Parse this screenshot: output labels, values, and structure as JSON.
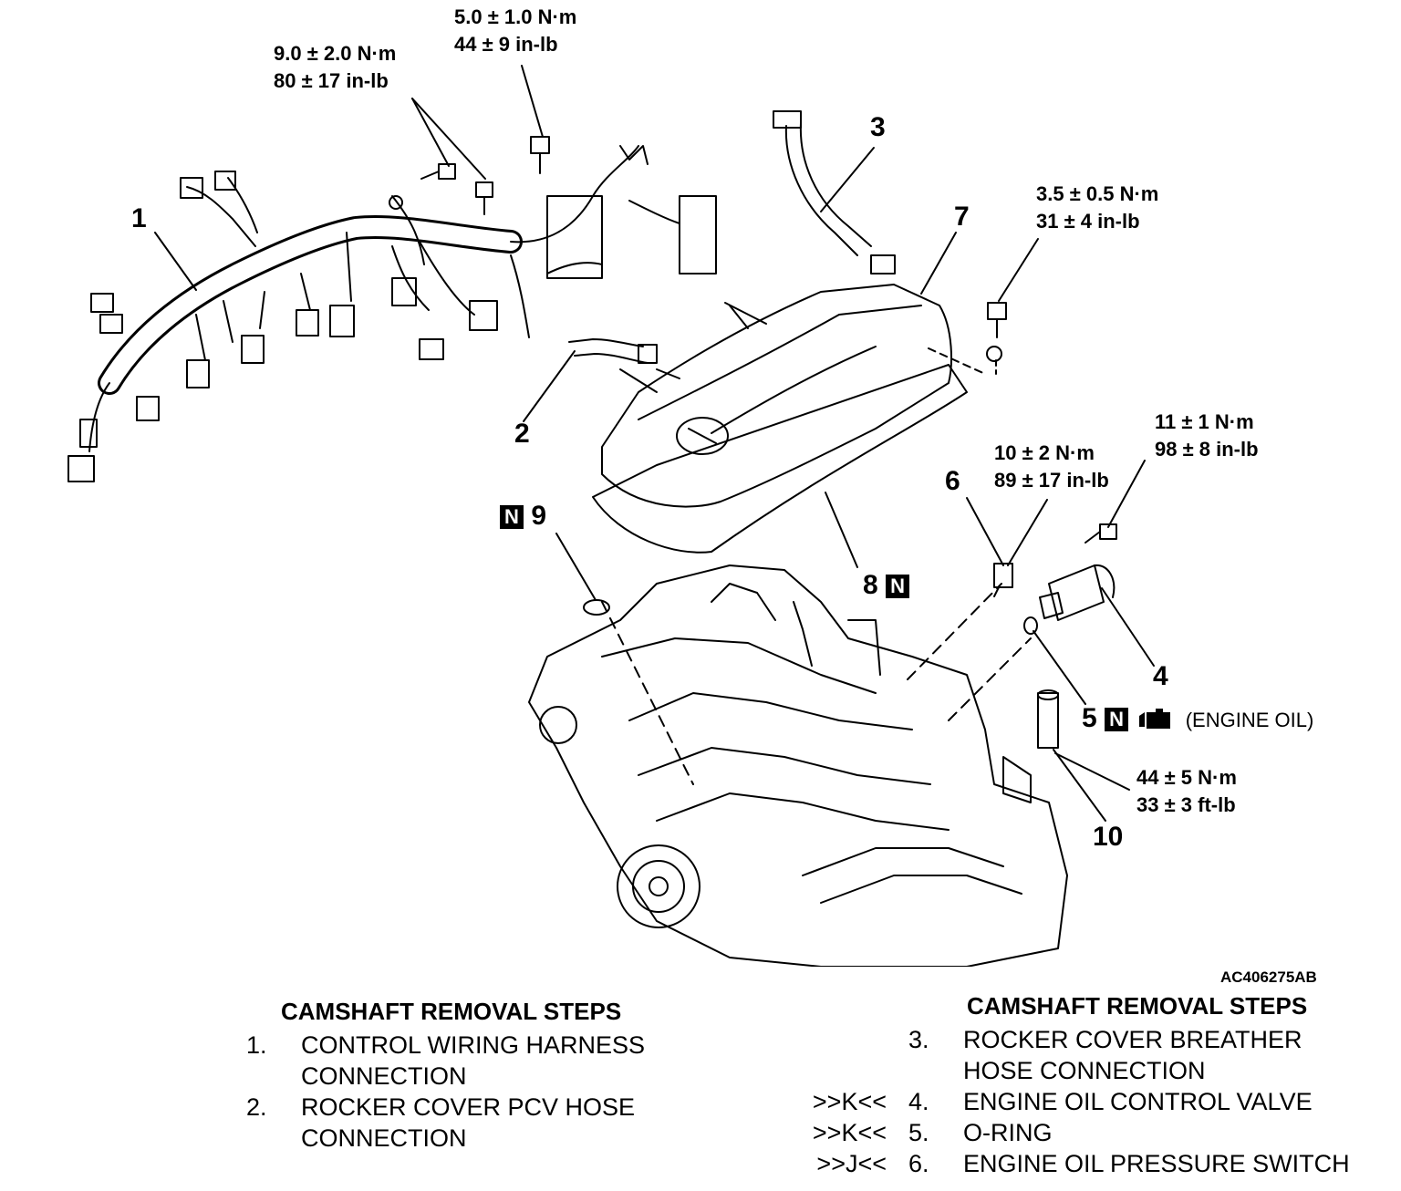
{
  "torque": {
    "t1": [
      "9.0 ± 2.0 N·m",
      "80 ± 17 in-lb"
    ],
    "t2": [
      "5.0 ± 1.0 N·m",
      "44 ± 9 in-lb"
    ],
    "t3": [
      "3.5 ± 0.5 N·m",
      "31 ± 4 in-lb"
    ],
    "t4": [
      "11 ± 1 N·m",
      "98 ± 8 in-lb"
    ],
    "t5": [
      "10 ± 2 N·m",
      "89 ± 17 in-lb"
    ],
    "t6": [
      "44 ± 5 N·m",
      "33 ± 3 ft-lb"
    ]
  },
  "callouts": {
    "c1": "1",
    "c2": "2",
    "c3": "3",
    "c4": "4",
    "c5": "5",
    "c6": "6",
    "c7": "7",
    "c8": "8",
    "c9": "9",
    "c10": "10",
    "n_mark": "N",
    "engine_oil": "(ENGINE OIL)"
  },
  "figure_id": "AC406275AB",
  "steps_left": {
    "heading": "CAMSHAFT REMOVAL STEPS",
    "items": [
      {
        "ref": "",
        "num": "1.",
        "lines": [
          "CONTROL WIRING HARNESS",
          "CONNECTION"
        ]
      },
      {
        "ref": "",
        "num": "2.",
        "lines": [
          "ROCKER COVER PCV HOSE",
          "CONNECTION"
        ]
      }
    ]
  },
  "steps_right": {
    "heading": "CAMSHAFT REMOVAL STEPS",
    "items": [
      {
        "ref": "",
        "num": "3.",
        "lines": [
          "ROCKER COVER BREATHER",
          "HOSE CONNECTION"
        ]
      },
      {
        "ref": ">>K<<",
        "num": "4.",
        "lines": [
          "ENGINE OIL CONTROL VALVE"
        ]
      },
      {
        "ref": ">>K<<",
        "num": "5.",
        "lines": [
          "O-RING"
        ]
      },
      {
        "ref": ">>J<<",
        "num": "6.",
        "lines": [
          "ENGINE OIL PRESSURE SWITCH"
        ]
      }
    ]
  }
}
